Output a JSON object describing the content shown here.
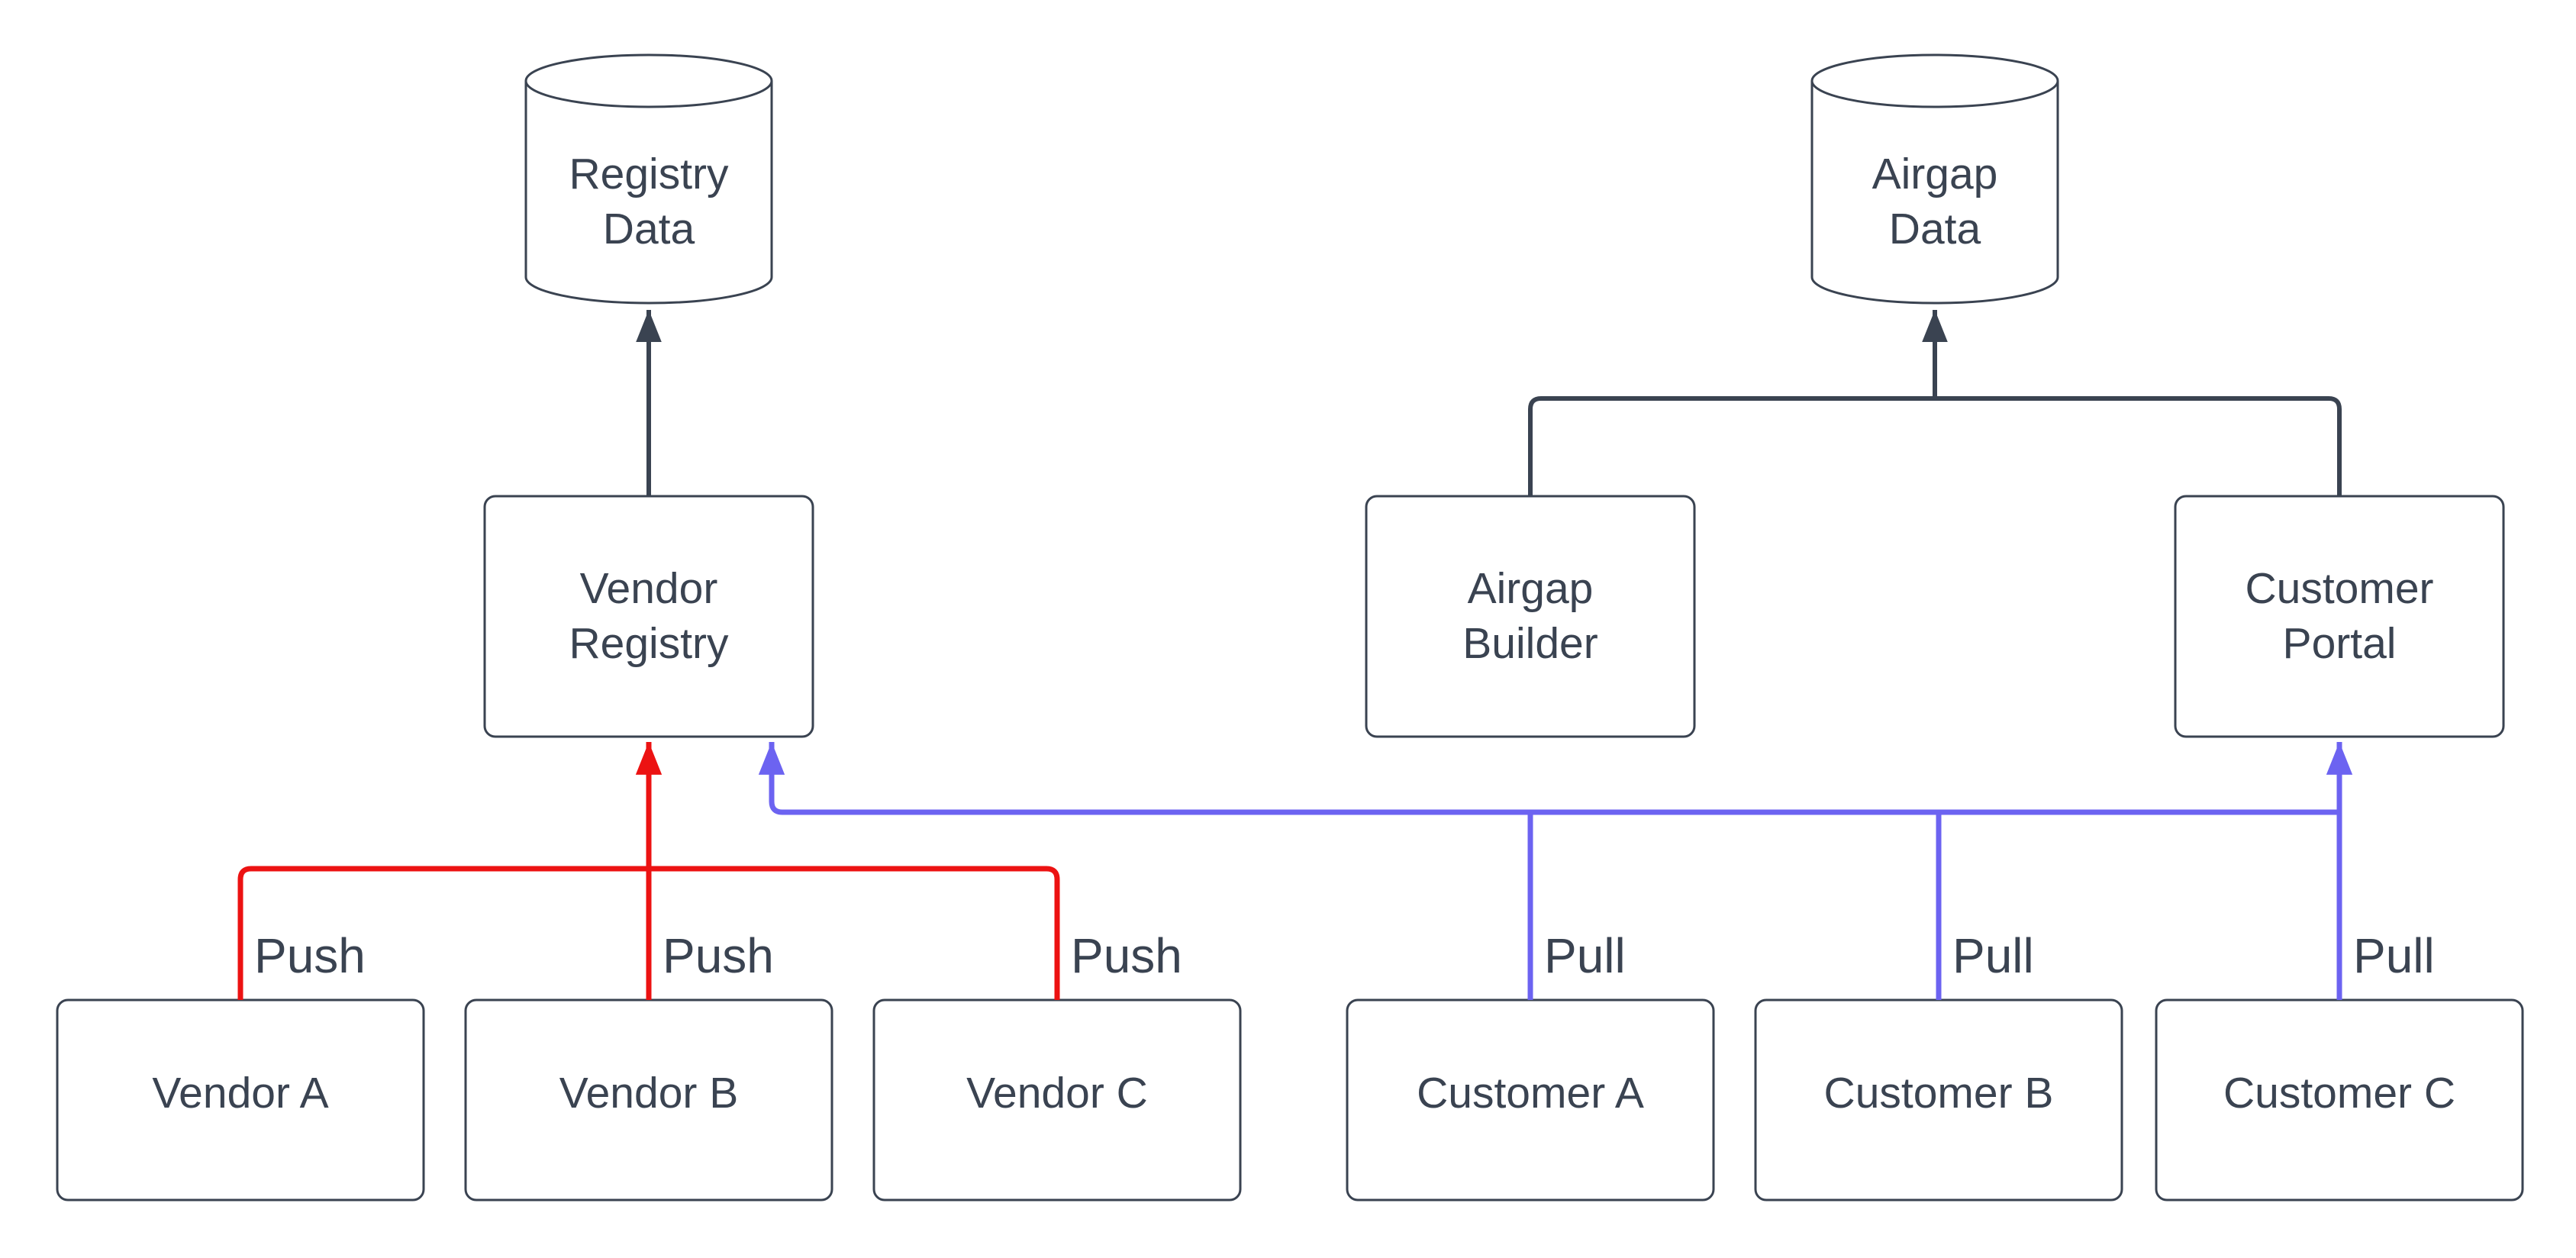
{
  "diagram": {
    "colors": {
      "node_stroke": "#3a4351",
      "dark_edge": "#3a4351",
      "push": "#ec1212",
      "pull": "#6c63f1",
      "text": "#3a4351",
      "background": "#ffffff"
    },
    "databases": [
      {
        "id": "registry-data",
        "line1": "Registry",
        "line2": "Data"
      },
      {
        "id": "airgap-data",
        "line1": "Airgap",
        "line2": "Data"
      }
    ],
    "services": [
      {
        "id": "vendor-registry",
        "line1": "Vendor",
        "line2": "Registry"
      },
      {
        "id": "airgap-builder",
        "line1": "Airgap",
        "line2": "Builder"
      },
      {
        "id": "customer-portal",
        "line1": "Customer",
        "line2": "Portal"
      }
    ],
    "actors": [
      {
        "id": "vendor-a",
        "label": "Vendor A"
      },
      {
        "id": "vendor-b",
        "label": "Vendor B"
      },
      {
        "id": "vendor-c",
        "label": "Vendor C"
      },
      {
        "id": "customer-a",
        "label": "Customer A"
      },
      {
        "id": "customer-b",
        "label": "Customer B"
      },
      {
        "id": "customer-c",
        "label": "Customer C"
      }
    ],
    "edge_labels": {
      "push": [
        "Push",
        "Push",
        "Push"
      ],
      "pull": [
        "Pull",
        "Pull",
        "Pull"
      ]
    }
  }
}
